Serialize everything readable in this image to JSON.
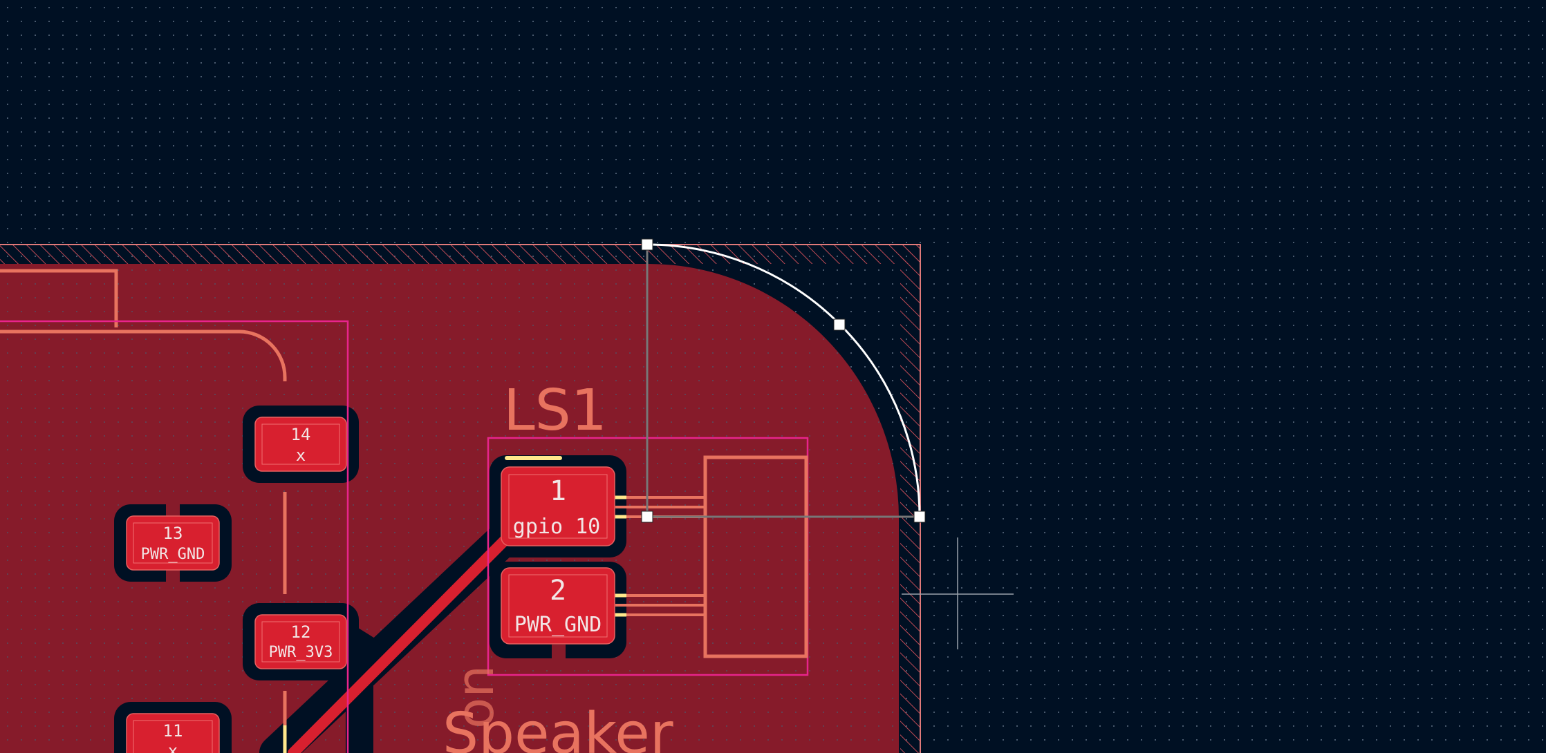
{
  "app": "PCB layout editor",
  "footprint": {
    "reference": "LS1",
    "value": "Speaker",
    "fab_text": "on"
  },
  "pads": [
    {
      "number": "14",
      "net": "x"
    },
    {
      "number": "13",
      "net": "PWR_GND"
    },
    {
      "number": "12",
      "net": "PWR_3V3"
    },
    {
      "number": "11",
      "net": "x"
    },
    {
      "number": "1",
      "net": "gpio 10"
    },
    {
      "number": "2",
      "net": "PWR_GND"
    }
  ],
  "colors": {
    "background": "#001023",
    "grid_dot": "#4a5a6e",
    "copper_zone": "#861b2a",
    "pad": "#d8202f",
    "track": "#d8202f",
    "silkscreen": "#e8735f",
    "courtyard": "#e8248c",
    "edge_cuts": "#e07a7a",
    "highlight": "#ffe88c",
    "selection": "#ffffff"
  }
}
